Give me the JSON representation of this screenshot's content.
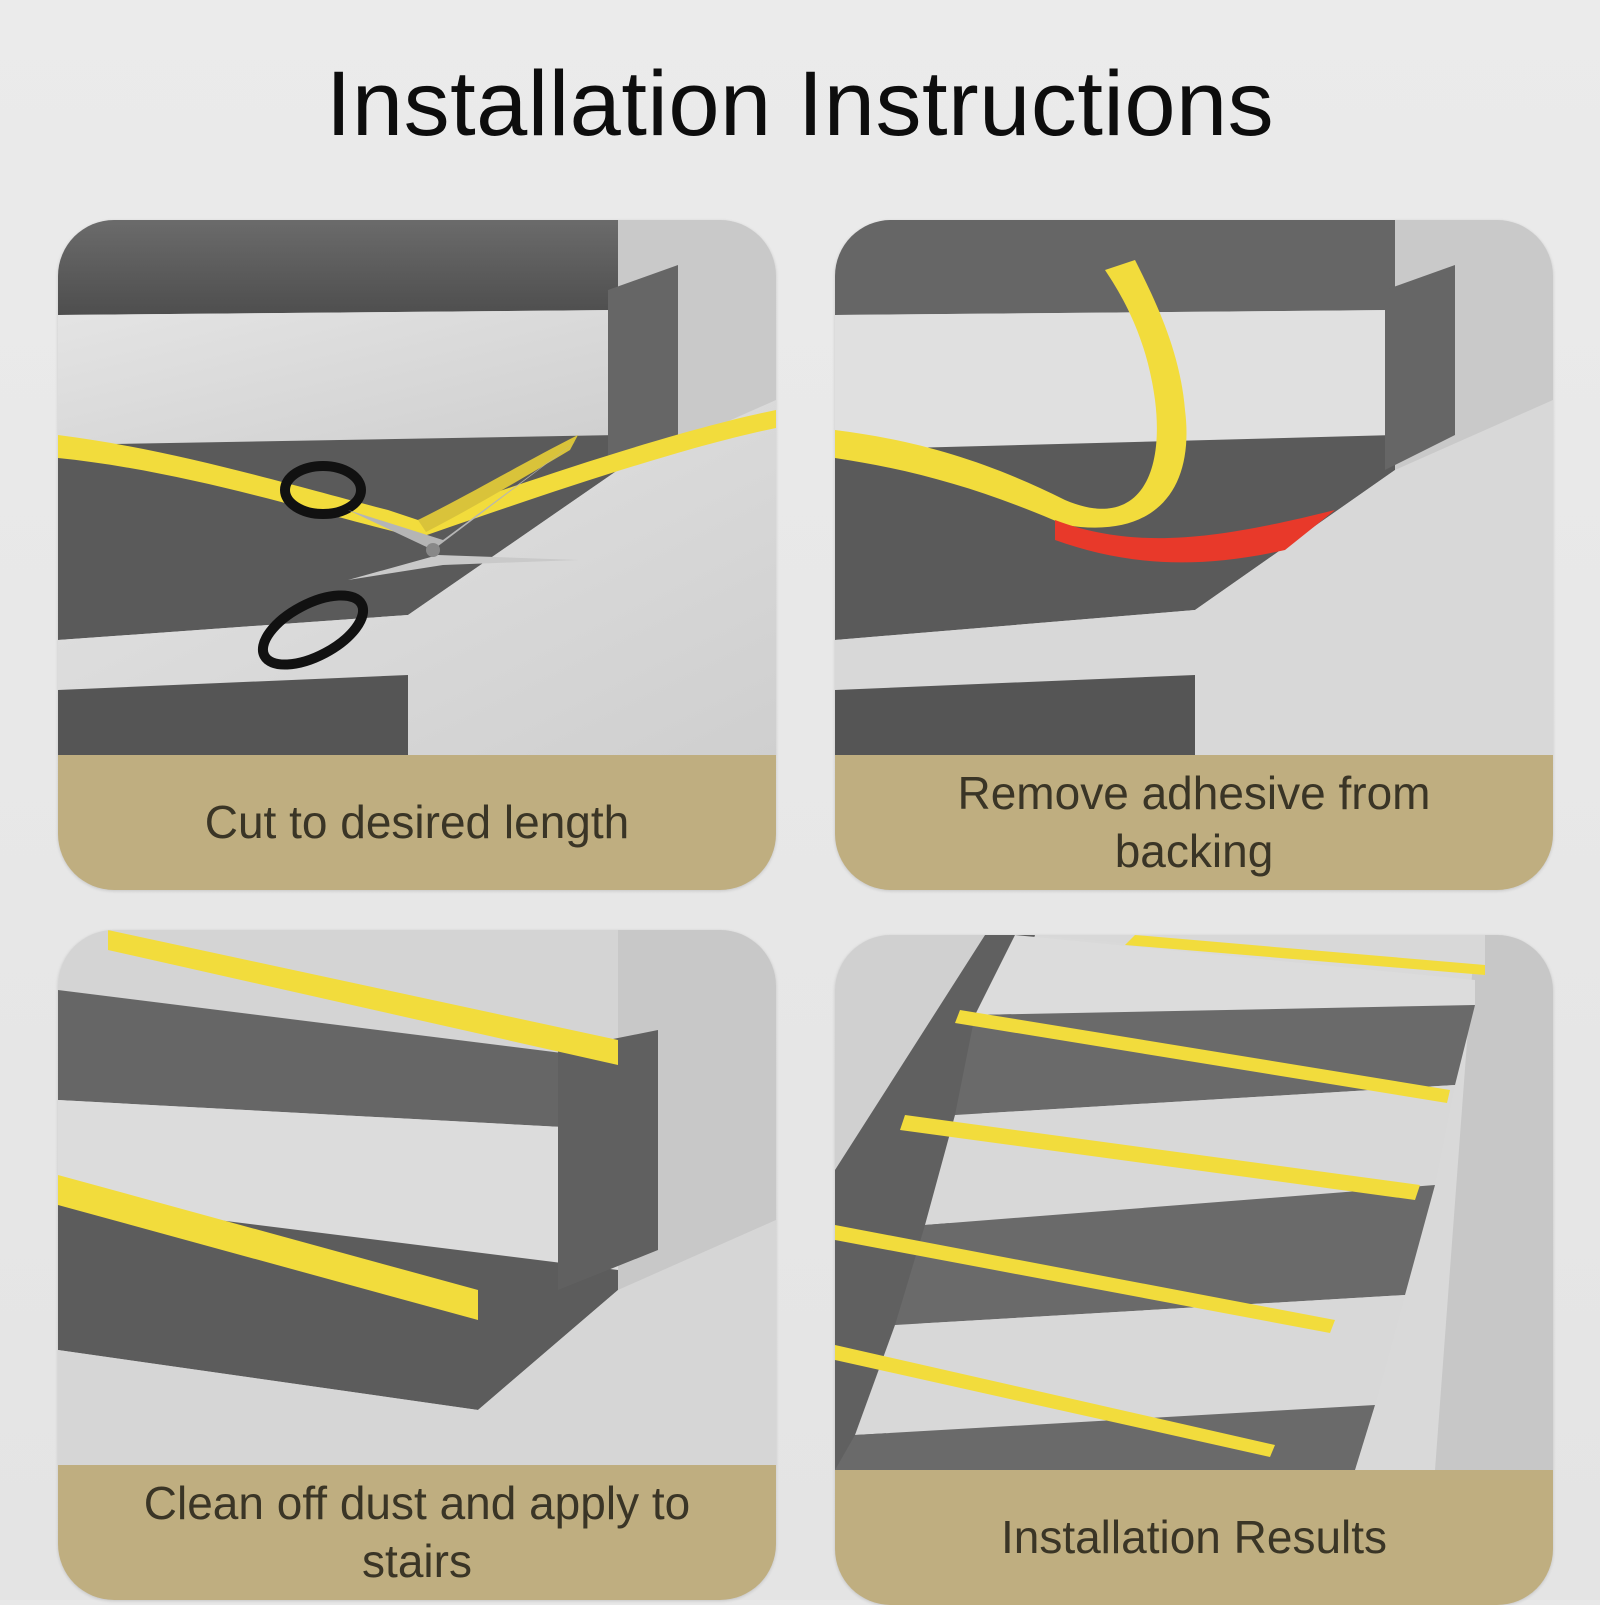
{
  "title": "Installation Instructions",
  "colors": {
    "background": "#e8e8e8",
    "caption_band": "#bfae80",
    "tape_yellow": "#f2dc3c",
    "backing_red": "#e8392a",
    "stair_dark": "#5c5c5c",
    "stair_light": "#d7d7d7"
  },
  "steps": [
    {
      "caption": "Cut to desired length",
      "icon": "scissors-icon"
    },
    {
      "caption": "Remove adhesive from backing",
      "icon": "peeling-tape-icon"
    },
    {
      "caption": "Clean off dust and apply to stairs",
      "icon": "applied-tape-icon"
    },
    {
      "caption": "Installation Results",
      "icon": "finished-stairs-icon"
    }
  ]
}
